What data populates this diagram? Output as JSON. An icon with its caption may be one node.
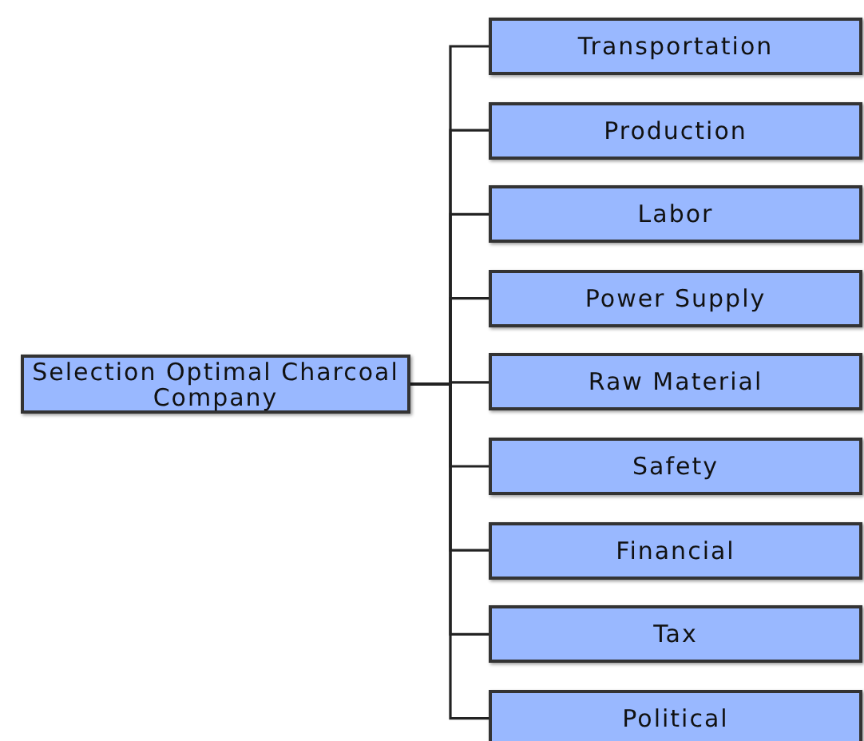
{
  "diagram": {
    "nodes": [
      {
        "text": [
          "Selection Optimal Charcoal Company"
        ]
      },
      {
        "text": [
          "Transportation"
        ]
      },
      {
        "text": [
          "Production"
        ]
      },
      {
        "text": [
          "Labor"
        ]
      },
      {
        "text": [
          "Power Supply"
        ]
      },
      {
        "text": [
          "Raw Material"
        ]
      },
      {
        "text": [
          "Safety"
        ]
      },
      {
        "text": [
          "Financial"
        ]
      },
      {
        "text": [
          "Tax"
        ]
      },
      {
        "text": [
          "Political"
        ]
      }
    ],
    "edges": [
      {
        "from": 0,
        "to": 1,
        "arrow": "none"
      },
      {
        "from": 0,
        "to": 2,
        "arrow": "none"
      },
      {
        "from": 0,
        "to": 3,
        "arrow": "none"
      },
      {
        "from": 0,
        "to": 4,
        "arrow": "none"
      },
      {
        "from": 0,
        "to": 5,
        "arrow": "none"
      },
      {
        "from": 0,
        "to": 6,
        "arrow": "none"
      },
      {
        "from": 0,
        "to": 7,
        "arrow": "none"
      },
      {
        "from": 0,
        "to": 8,
        "arrow": "none"
      },
      {
        "from": 0,
        "to": 9,
        "arrow": "none"
      }
    ]
  }
}
